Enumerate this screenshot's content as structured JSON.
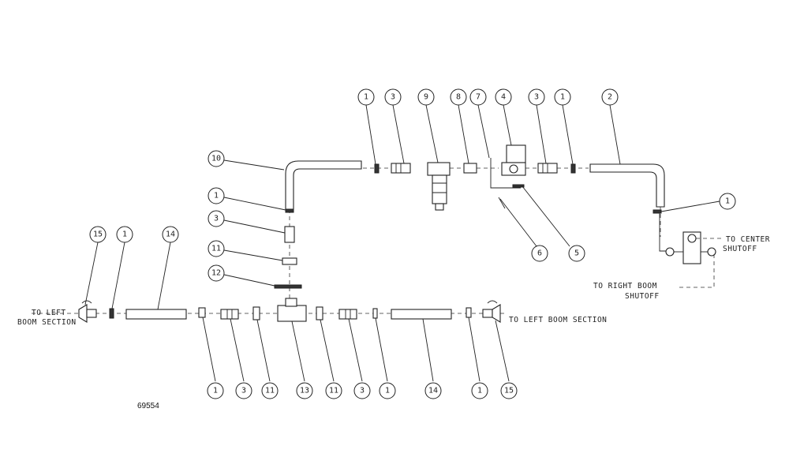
{
  "figure_number": "69554",
  "notes": {
    "to_center_line1": "TO CENTER",
    "to_center_line2": "SHUTOFF",
    "to_right_line1": "TO RIGHT BOOM",
    "to_right_line2": "SHUTOFF",
    "to_left_line1": "TO LEFT",
    "to_left_line2": "BOOM SECTION",
    "to_left_boom_right": "TO LEFT BOOM SECTION"
  },
  "callouts": {
    "top": [
      "1",
      "3",
      "9",
      "8",
      "7",
      "4",
      "3",
      "1",
      "2"
    ],
    "left_column": [
      "10",
      "1",
      "3",
      "11",
      "12"
    ],
    "left_end": [
      "15",
      "1",
      "14"
    ],
    "mid": [
      "6",
      "5",
      "1"
    ],
    "bottom": [
      "1",
      "3",
      "11",
      "13",
      "11",
      "3",
      "1",
      "14",
      "1",
      "15"
    ]
  },
  "colors": {
    "line": "#222222",
    "background": "#ffffff"
  }
}
